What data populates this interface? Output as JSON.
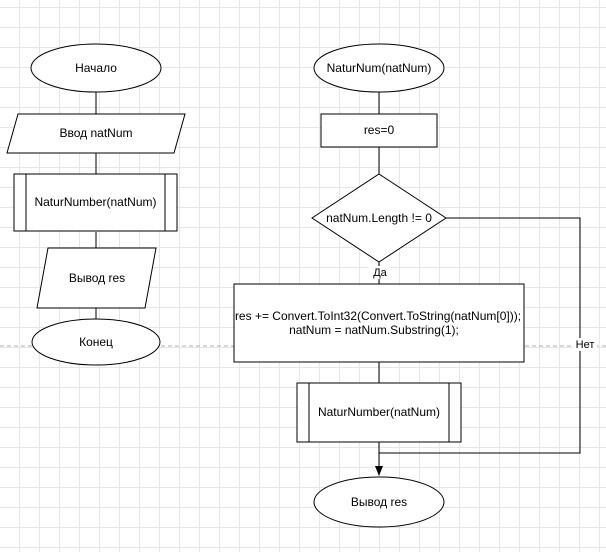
{
  "left_flow": {
    "start": "Начало",
    "input": "Ввод natNum",
    "call": "NaturNumber(natNum)",
    "output": "Вывод res",
    "end": "Конец"
  },
  "right_flow": {
    "start": "NaturNum(natNum)",
    "init": "res=0",
    "condition": "natNum.Length != 0",
    "yes_label": "Да",
    "no_label": "Нет",
    "body_line1": "res += Convert.ToInt32(Convert.ToString(natNum[0]));",
    "body_line2": "natNum = natNum.Substring(1);",
    "recursive_call": "NaturNumber(natNum)",
    "output": "Вывод res"
  }
}
